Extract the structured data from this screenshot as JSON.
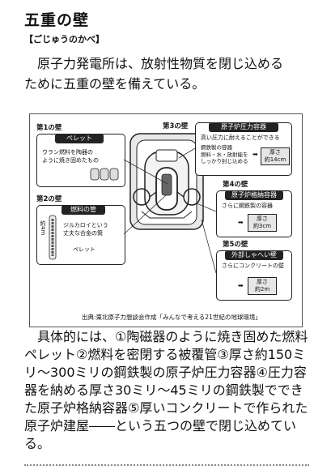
{
  "title": "五重の壁",
  "reading": "【ごじゅうのかべ】",
  "lead_lines": [
    "原子力発電所は、放射性物質を閉じ込める",
    "ために五重の壁を備えている。"
  ],
  "figure": {
    "wall1": {
      "label": "第1の壁",
      "header": "ペレット",
      "desc_1": "ウラン燃料を陶器の",
      "desc_2": "ように焼き固めたもの"
    },
    "wall2": {
      "label": "第2の壁",
      "header": "燃料の管",
      "length": "約4m",
      "desc_1": "ジルカロイという",
      "desc_2": "丈夫な合金の筒",
      "pellet_label": "ペレット"
    },
    "wall3": {
      "label": "第3の壁",
      "header": "原子炉圧力容器",
      "desc": "高い圧力に耐えることができる",
      "sub_1": "鋼鉄製の容器",
      "sub_2": "燃料・水・放射能を",
      "sub_3": "しっかり封じ込める",
      "thickness_1": "厚さ",
      "thickness_2": "約14cm"
    },
    "wall4": {
      "label": "第4の壁",
      "header": "原子炉格納容器",
      "desc": "さらに鋼鉄製の容器",
      "thickness_1": "厚さ",
      "thickness_2": "約3cm"
    },
    "wall5": {
      "label": "第5の壁",
      "header": "外部しゃへい壁",
      "desc": "さらにコンクリートの壁",
      "thickness_1": "厚さ",
      "thickness_2": "約2m"
    },
    "source": "出典:東北原子力懇談会作成「みんなで考える21世紀の地球環境」"
  },
  "body": "具体的には、①陶磁器のように焼き固めた燃料ペレット②燃料を密閉する被覆管③厚さ約150ミリ～300ミリの鋼鉄製の原子炉圧力容器④圧力容器を納める厚さ30ミリ～45ミリの鋼鉄製でできた原子炉格納容器⑤厚いコンクリートで作られた原子炉建屋――という五つの壁で閉じ込めている。"
}
